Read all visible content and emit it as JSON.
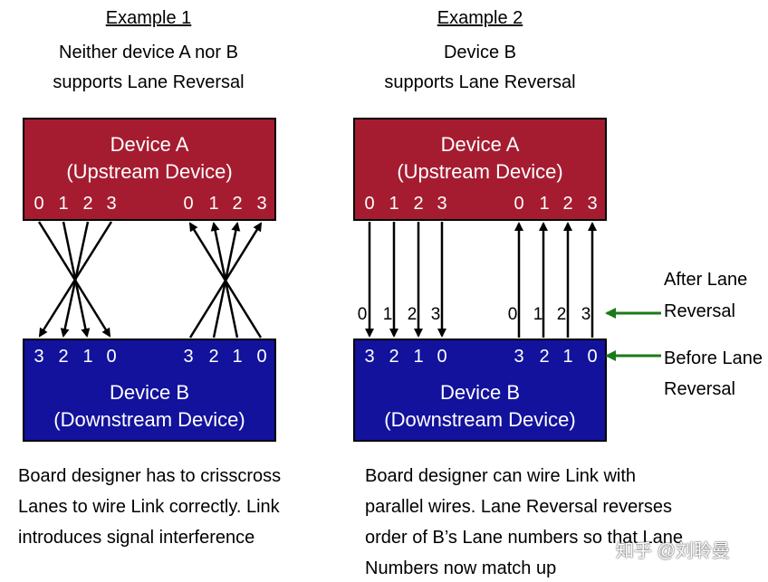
{
  "example1": {
    "title": "Example 1",
    "subtitle_line1": "Neither device  A nor B",
    "subtitle_line2": "supports Lane Reversal",
    "device_a": {
      "name": "Device A",
      "role": "(Upstream Device)"
    },
    "device_b": {
      "name": "Device B",
      "role": "(Downstream Device)"
    },
    "a_lanes": [
      "0",
      "1",
      "2",
      "3",
      "0",
      "1",
      "2",
      "3"
    ],
    "b_lanes": [
      "3",
      "2",
      "1",
      "0",
      "3",
      "2",
      "1",
      "0"
    ],
    "caption": [
      "Board designer has to crisscross",
      "Lanes to wire Link correctly. Link",
      "introduces signal interference"
    ]
  },
  "example2": {
    "title": "Example 2",
    "subtitle_line1": "Device B",
    "subtitle_line2": "supports Lane Reversal",
    "device_a": {
      "name": "Device A",
      "role": "(Upstream Device)"
    },
    "device_b": {
      "name": "Device B",
      "role": "(Downstream Device)"
    },
    "a_lanes": [
      "0",
      "1",
      "2",
      "3",
      "0",
      "1",
      "2",
      "3"
    ],
    "b_lanes": [
      "3",
      "2",
      "1",
      "0",
      "3",
      "2",
      "1",
      "0"
    ],
    "reversed_lanes": [
      "0",
      "1",
      "2",
      "3",
      "0",
      "1",
      "2",
      "3"
    ],
    "caption": [
      "Board designer can wire Link with",
      "parallel wires. Lane Reversal reverses",
      "order of B’s Lane numbers so that Lane",
      "Numbers now match up"
    ]
  },
  "annotations": {
    "after_line1": "After Lane",
    "after_line2": "Reversal",
    "before_line1": "Before Lane",
    "before_line2": "Reversal"
  },
  "colors": {
    "device_a": "#a51c30",
    "device_b": "#13129c",
    "pointer_arrow": "#1a7a1a"
  },
  "watermark": "知乎 @刘聆曼"
}
